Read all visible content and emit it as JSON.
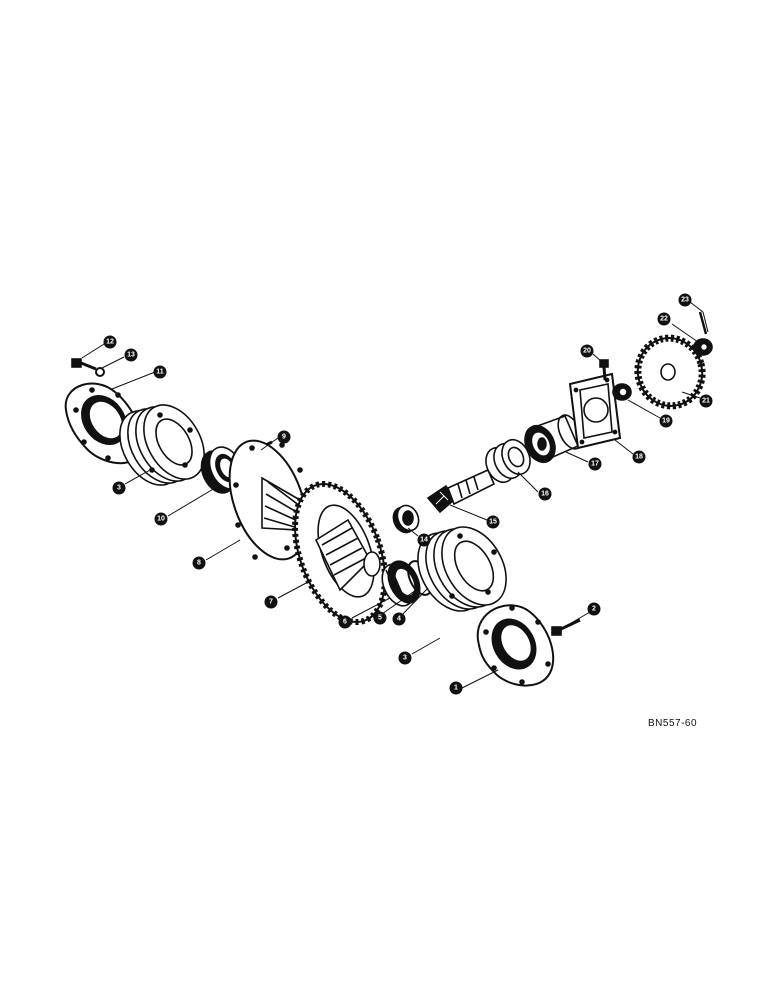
{
  "figure_code": "BN557-60",
  "colors": {
    "ink": "#111111",
    "paper": "#ffffff"
  },
  "callouts": [
    {
      "id": "1",
      "label": "1"
    },
    {
      "id": "2",
      "label": "2"
    },
    {
      "id": "3a",
      "label": "3"
    },
    {
      "id": "3b",
      "label": "3"
    },
    {
      "id": "4",
      "label": "4"
    },
    {
      "id": "5",
      "label": "5"
    },
    {
      "id": "6",
      "label": "6"
    },
    {
      "id": "7",
      "label": "7"
    },
    {
      "id": "8",
      "label": "8"
    },
    {
      "id": "9",
      "label": "9"
    },
    {
      "id": "10",
      "label": "10"
    },
    {
      "id": "11",
      "label": "11"
    },
    {
      "id": "12",
      "label": "12"
    },
    {
      "id": "13",
      "label": "13"
    },
    {
      "id": "14",
      "label": "14"
    },
    {
      "id": "15",
      "label": "15"
    },
    {
      "id": "16",
      "label": "16"
    },
    {
      "id": "17",
      "label": "17"
    },
    {
      "id": "18",
      "label": "18"
    },
    {
      "id": "19",
      "label": "19"
    },
    {
      "id": "20",
      "label": "20"
    },
    {
      "id": "21",
      "label": "21"
    },
    {
      "id": "22",
      "label": "22"
    },
    {
      "id": "23",
      "label": "23"
    }
  ]
}
